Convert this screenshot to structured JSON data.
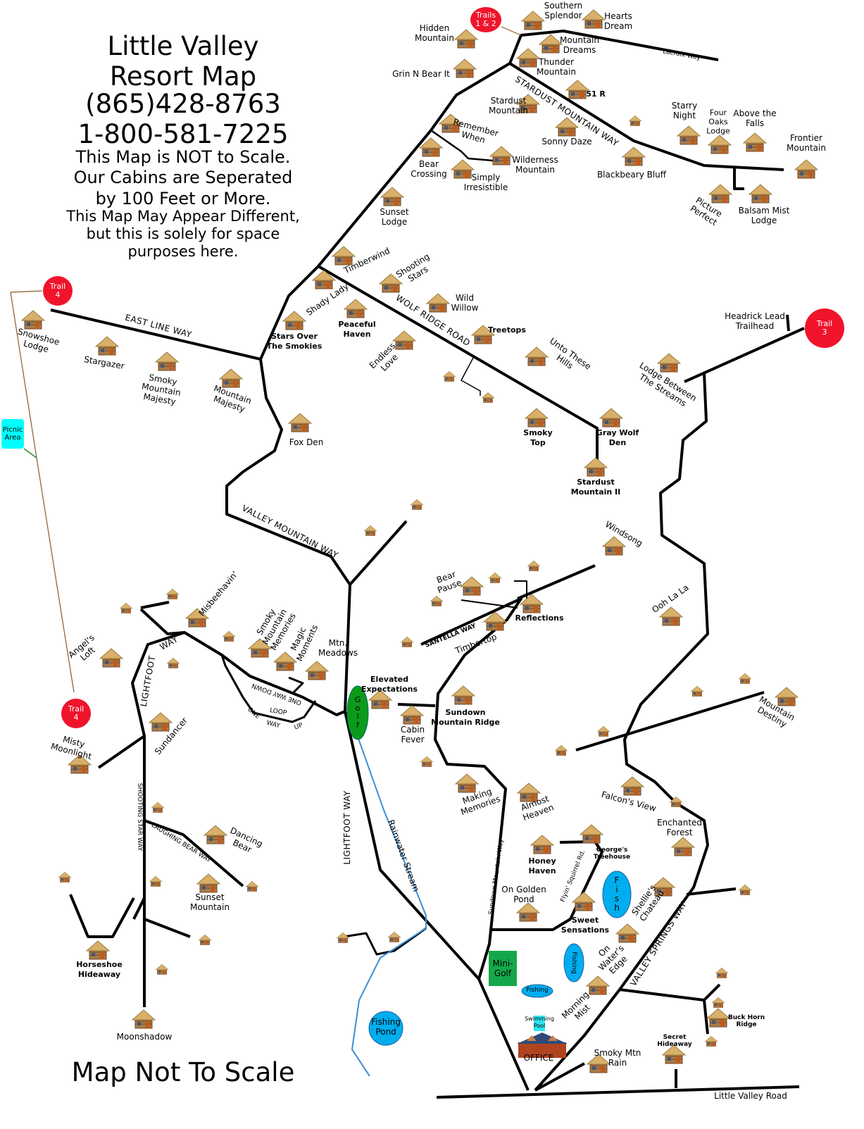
{
  "title": {
    "line1": "Little Valley",
    "line2": "Resort Map",
    "phone1": "(865)428-8763",
    "phone2": "1-800-581-7225",
    "note1": "This Map is NOT to Scale.",
    "note2": "Our Cabins are Seperated",
    "note3": "by 100 Feet or More.",
    "note4": "This Map May Appear Different,",
    "note5": "but this is solely for space",
    "note6": "purposes here."
  },
  "footer": "Map Not To Scale",
  "trails": {
    "t12": "Trails\n1 & 2",
    "t3": "Trail\n3",
    "t4a": "Trail\n4",
    "t4b": "Trail\n4",
    "headrick": "Headrick Lead\nTrailhead"
  },
  "amenities": {
    "picnic": "Picnic\nArea",
    "golf": "G\no\nl\nf",
    "mini_golf": "Mini-\nGolf",
    "fish": "F\ni\ns\nh",
    "fishing1": "Fishing",
    "fishing2": "Fishing",
    "pool": "Swimming\nPool",
    "fishing_pond": "Fishing\nPond",
    "office": "OFFICE"
  },
  "roads": {
    "lacroix": "Lacroix Way",
    "stardust": "STARDUST MOUNTAIN WAY",
    "wolf": "WOLF RIDGE ROAD",
    "eastline": "EAST LINE WAY",
    "valleymtn": "VALLEY MOUNTAIN WAY",
    "santella": "SANTELLA WAY",
    "lightfoot1": "LIGHTFOOT",
    "way1": "WAY",
    "onewaydown": "ONE WAY DOWN",
    "loop": "LOOP",
    "one": "ONE",
    "way2": "WAY",
    "up": "UP",
    "lightfoot2": "LIGHTFOOT WAY",
    "rainwater": "Rainwater Stream",
    "shootingstar": "SHOOTING STAR WAY",
    "laughingbear": "LAUGHING BEAR WAY",
    "sundown": "Sundown Mountain Way",
    "flyin": "Flyin' Squirrel Rd.",
    "valleysprings": "VALLEY SPRINGS WAY",
    "littlevalley": "Little Valley Road"
  },
  "cabins": [
    "Southern\nSplendor",
    "Hearts\nDream",
    "Hidden\nMountain",
    "Mountain\nDreams",
    "Thunder\nMountain",
    "Grin N Bear It",
    "51 R",
    "Stardust\nMountain",
    "Remember\nWhen",
    "Sonny Daze",
    "Bear\nCrossing",
    "Simply\nIrresistible",
    "Wilderness\nMountain",
    "Blackbeary Bluff",
    "Starry\nNight",
    "Four\nOaks\nLodge",
    "Above the\nFalls",
    "Frontier\nMountain",
    "Picture\nPerfect",
    "Balsam Mist\nLodge",
    "Sunset\nLodge",
    "Timberwind",
    "Shooting\nStars",
    "Shady Lady",
    "Wild\nWillow",
    "Peaceful\nHaven",
    "Treetops",
    "Stars Over\nThe Smokies",
    "Endless\nLove",
    "Unto These\nHills",
    "Smoky\nTop",
    "Gray Wolf\nDen",
    "Stardust\nMountain II",
    "Lodge Between\nThe Streams",
    "Snowshoe\nLodge",
    "Stargazer",
    "Smoky\nMountain\nMajesty",
    "Mountain\nMajesty",
    "Fox Den",
    "Windsong",
    "Misbeehavin'",
    "Bear\nPause",
    "Reflections",
    "Ooh La La",
    "Timbertop",
    "Angel's\nLoft",
    "Smoky\nMountain\nMemories",
    "Magic\nMoments",
    "Mtn.\nMeadows",
    "Elevated\nExpectations",
    "Sundown\nMountain Ridge",
    "Cabin\nFever",
    "Misty\nMoonlight",
    "Sundancer",
    "Mountain\nDestiny",
    "Making\nMemories",
    "Almost\nHeaven",
    "Falcon's View",
    "Enchanted\nForest",
    "Dancing\nBear",
    "Honey\nHaven",
    "George's\nTreehouse",
    "On Golden\nPond",
    "Shellie's\nChateau",
    "Sweet\nSensations",
    "Sunset\nMountain",
    "Horseshoe\nHideaway",
    "On\nWater's\nEdge",
    "Morning\nMist",
    "Buck Horn\nRidge",
    "Moonshadow",
    "Secret\nHideaway",
    "Smoky Mtn\nRain"
  ],
  "colors": {
    "road": "#000000",
    "trail": "#8b5a2b",
    "stream": "#3b8ed6",
    "trail_marker": "#f0142b",
    "water": "#00aeef",
    "golf": "#0b9a1a",
    "mini_golf": "#14a84a",
    "picnic": "#00ffff"
  }
}
